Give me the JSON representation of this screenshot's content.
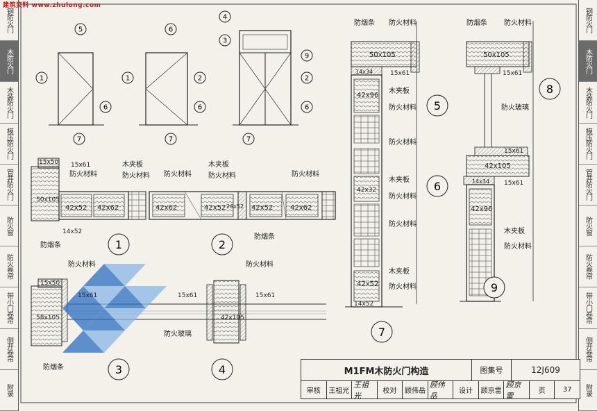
{
  "watermark": "建筑资料 www.zhulong.com",
  "left_tabs": [
    "钢防火门",
    "木防火门",
    "木装防火门",
    "模压防火门",
    "管井防火门",
    "防火窗",
    "防火卷帘",
    "带小门卷帘",
    "侧开卷帘",
    "附录"
  ],
  "right_tabs": [
    "钢防火门",
    "木防火门",
    "木装防火门",
    "模压防火门",
    "管井防火门",
    "防火窗",
    "防火卷帘",
    "带小门卷帘",
    "侧开卷帘",
    "附录"
  ],
  "active_tab_index": 1,
  "door_elevations": {
    "marks": [
      "1",
      "2",
      "3",
      "4",
      "5",
      "6",
      "7",
      "8",
      "9"
    ]
  },
  "labels": {
    "fire_material": "防火材料",
    "plywood": "木夹板",
    "smoke_strip": "防烟条",
    "fire_glass": "防火玻璃",
    "d15x61": "15x61",
    "d15x50": "15x50",
    "d50x105": "50x105",
    "d42x52": "42x52",
    "d42x62": "42x62",
    "d14x52": "14x52",
    "d26x52": "26x52",
    "d58x105": "58x105",
    "d42x105": "42x105",
    "d14x34": "14x34",
    "d42x96": "42x96",
    "d42x32": "42x32"
  },
  "detail_numbers": [
    "1",
    "2",
    "3",
    "4",
    "5",
    "6",
    "7",
    "8",
    "9"
  ],
  "title_block": {
    "title": "M1FM木防火门构造",
    "atlas_no_label": "图集号",
    "atlas_no": "12J609",
    "review_label": "审核",
    "reviewer": "王祖光",
    "reviewer_sig": "王祖光",
    "check_label": "校对",
    "checker": "顾伟岳",
    "checker_sig": "顾伟岳",
    "design_label": "设计",
    "designer": "顾京雷",
    "designer_sig": "顾京雷",
    "page_label": "页",
    "page": "37"
  }
}
